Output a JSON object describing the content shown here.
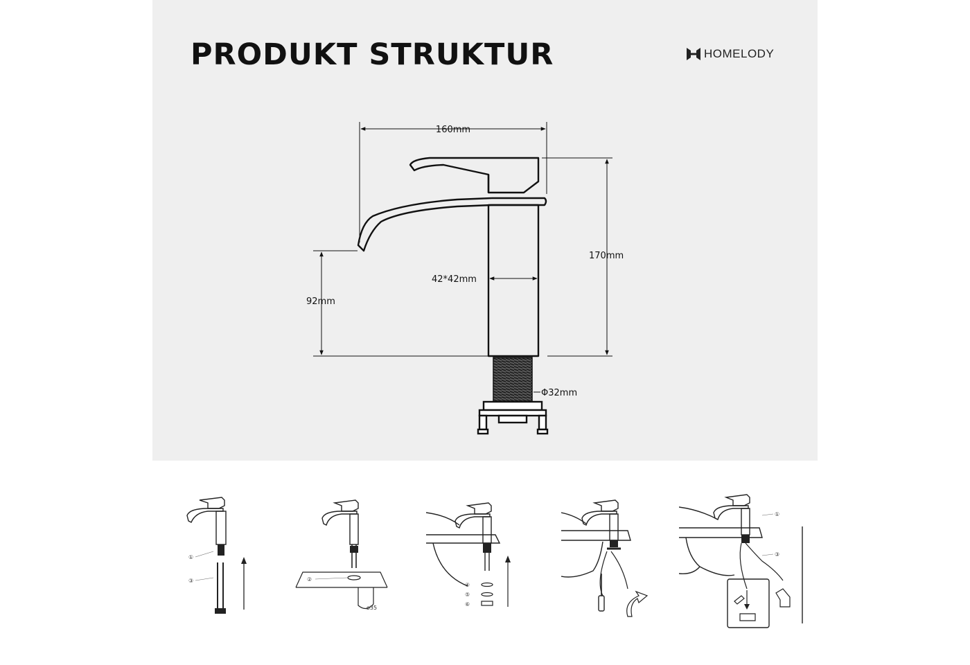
{
  "header": {
    "title": "PRODUKT STRUKTUR",
    "brand_name": "HOMELODY"
  },
  "dimensions": {
    "width_label": "160mm",
    "height_label": "170mm",
    "body_section_label": "42*42mm",
    "spout_height_label": "92mm",
    "thread_diameter_label": "Φ32mm"
  },
  "installation": {
    "step1": {
      "markers": [
        "①",
        "③"
      ]
    },
    "step2": {
      "markers": [
        "②"
      ],
      "hole_label": "ø35"
    },
    "step3": {
      "markers": [
        "④",
        "⑤",
        "⑥"
      ]
    },
    "step4": {
      "markers": []
    },
    "step5": {
      "markers": [
        "①",
        "③"
      ]
    }
  }
}
